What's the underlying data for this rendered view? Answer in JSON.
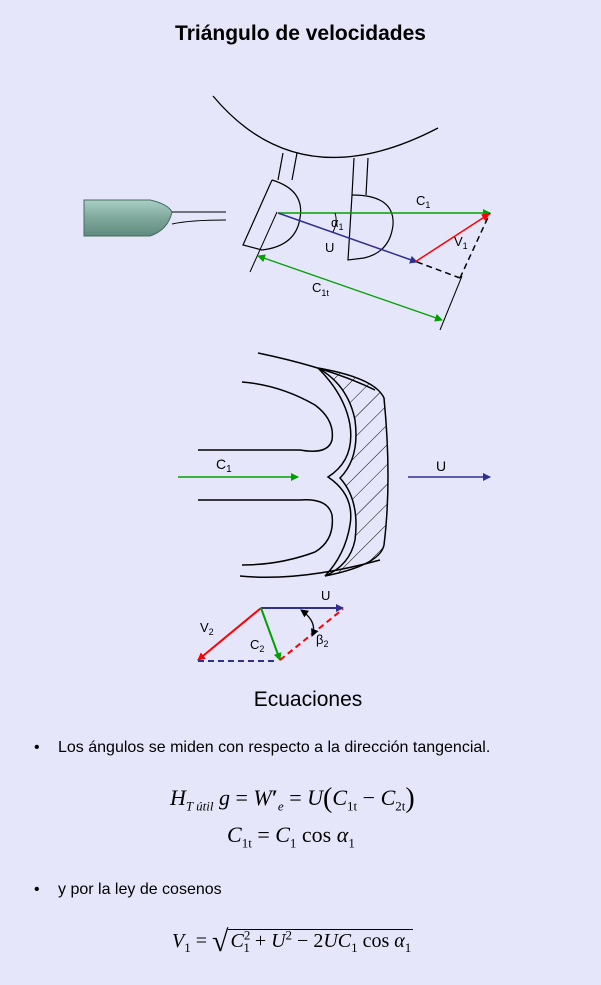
{
  "page": {
    "title": "Triángulo de velocidades",
    "section_title": "Ecuaciones"
  },
  "diagram_top": {
    "labels": {
      "c1": "C",
      "c1_sub": "1",
      "alpha1": "α",
      "alpha1_sub": "1",
      "u": "U",
      "v1": "V",
      "v1_sub": "1",
      "c1t": "C",
      "c1t_sub": "1t"
    },
    "colors": {
      "c_vector": "#00a000",
      "u_vector": "#303090",
      "v_vector": "#ff0000",
      "nozzle": "#8ab0a4"
    }
  },
  "diagram_bottom": {
    "labels": {
      "c1": "C",
      "c1_sub": "1",
      "u_right": "U",
      "u_tri": "U",
      "v2": "V",
      "v2_sub": "2",
      "c2": "C",
      "c2_sub": "2",
      "beta2": "β",
      "beta2_sub": "2"
    }
  },
  "bullets": [
    {
      "symbol": "•",
      "text": "Los ángulos se miden con respecto a la dirección tangencial."
    },
    {
      "symbol": "•",
      "text": "y por la ley de cosenos"
    }
  ],
  "equations": {
    "eq1": {
      "H": "H",
      "H_sub": "T útil",
      "g": "g",
      "eq": "=",
      "W": "W",
      "W_prime": "′",
      "W_sub": "e",
      "eq2": "=",
      "U": "U",
      "lp": "(",
      "C1": "C",
      "C1_sub": "1t",
      "minus": "−",
      "C2": "C",
      "C2_sub": "2t",
      "rp": ")"
    },
    "eq2": {
      "C": "C",
      "C_sub": "1t",
      "eq": "=",
      "C1": "C",
      "C1_sub": "1",
      "cos": "cos",
      "alpha": "α",
      "alpha_sub": "1"
    },
    "eq3": {
      "V": "V",
      "V_sub": "1",
      "eq": "=",
      "sqrt": "√",
      "C": "C",
      "C_sub": "1",
      "C_sup": "2",
      "plus": "+",
      "U": "U",
      "U_sup": "2",
      "minus": "−",
      "two": "2",
      "U2": "U",
      "C2": "C",
      "C2_sub": "1",
      "cos": "cos",
      "alpha": "α",
      "alpha_sub": "1"
    }
  }
}
